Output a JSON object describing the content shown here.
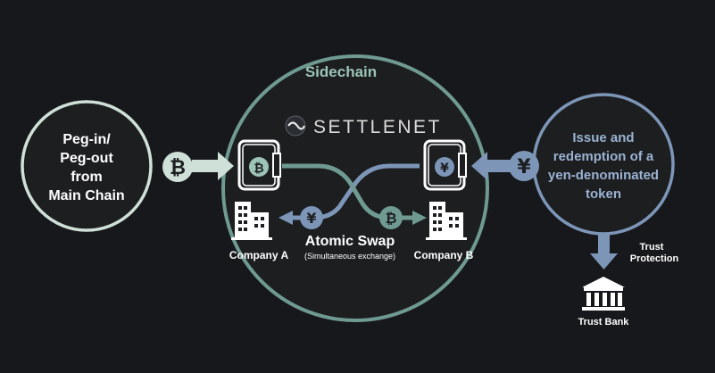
{
  "sidechain": {
    "title": "Sidechain"
  },
  "brand": {
    "name": "SETTLENET"
  },
  "left_circle": {
    "line1": "Peg-in/",
    "line2": "Peg-out",
    "line3": "from",
    "line4": "Main Chain"
  },
  "right_circle": {
    "line1": "Issue and",
    "line2": "redemption of a",
    "line3": "yen-denominated",
    "line4": "token"
  },
  "swap": {
    "title": "Atomic Swap",
    "subtitle": "(Simultaneous exchange)"
  },
  "company_a": {
    "label": "Company A"
  },
  "company_b": {
    "label": "Company B"
  },
  "trust": {
    "protection_line1": "Trust",
    "protection_line2": "Protection",
    "bank_label": "Trust Bank"
  },
  "symbols": {
    "bitcoin": "₿",
    "yen": "¥"
  },
  "colors": {
    "background": "#17181b",
    "green": "#9cc4b6",
    "teal": "#6f9a92",
    "blue": "#7d96b8"
  },
  "icons": [
    "bitcoin-icon",
    "yen-icon",
    "wallet-icon",
    "building-icon",
    "bank-icon",
    "settlenet-logo-icon"
  ]
}
